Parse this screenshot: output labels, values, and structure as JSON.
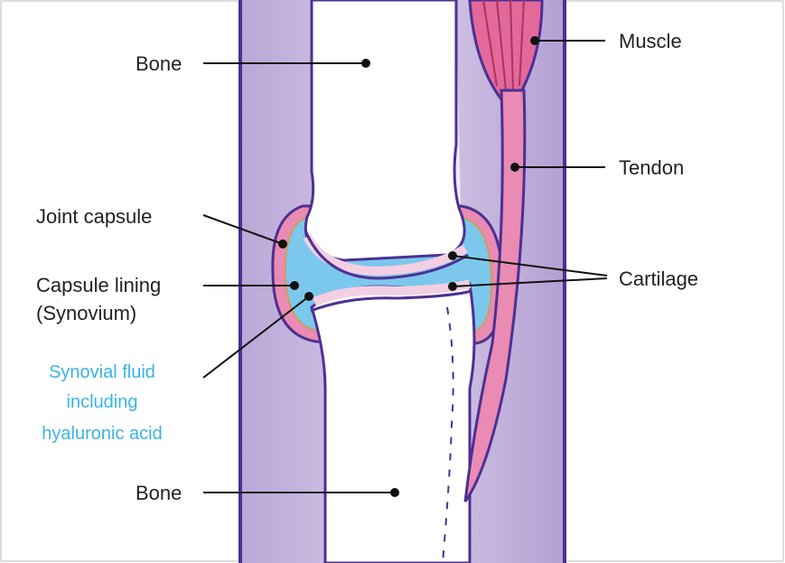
{
  "diagram": {
    "title": "Synovial joint anatomy",
    "labels": {
      "bone_top": "Bone",
      "muscle": "Muscle",
      "tendon": "Tendon",
      "joint_capsule": "Joint capsule",
      "capsule_lining_1": "Capsule lining",
      "capsule_lining_2": "(Synovium)",
      "cartilage": "Cartilage",
      "fluid_1": "Synovial fluid",
      "fluid_2": "including",
      "fluid_3": "hyaluronic acid",
      "bone_bottom": "Bone"
    },
    "colors": {
      "tissue": "#c4b3dc",
      "outline": "#4e2f93",
      "pink": "#e98bb3",
      "cartilage": "#f3cfe3",
      "fluid": "#7cc7ec",
      "fluid_label": "#3ab3e6"
    }
  }
}
